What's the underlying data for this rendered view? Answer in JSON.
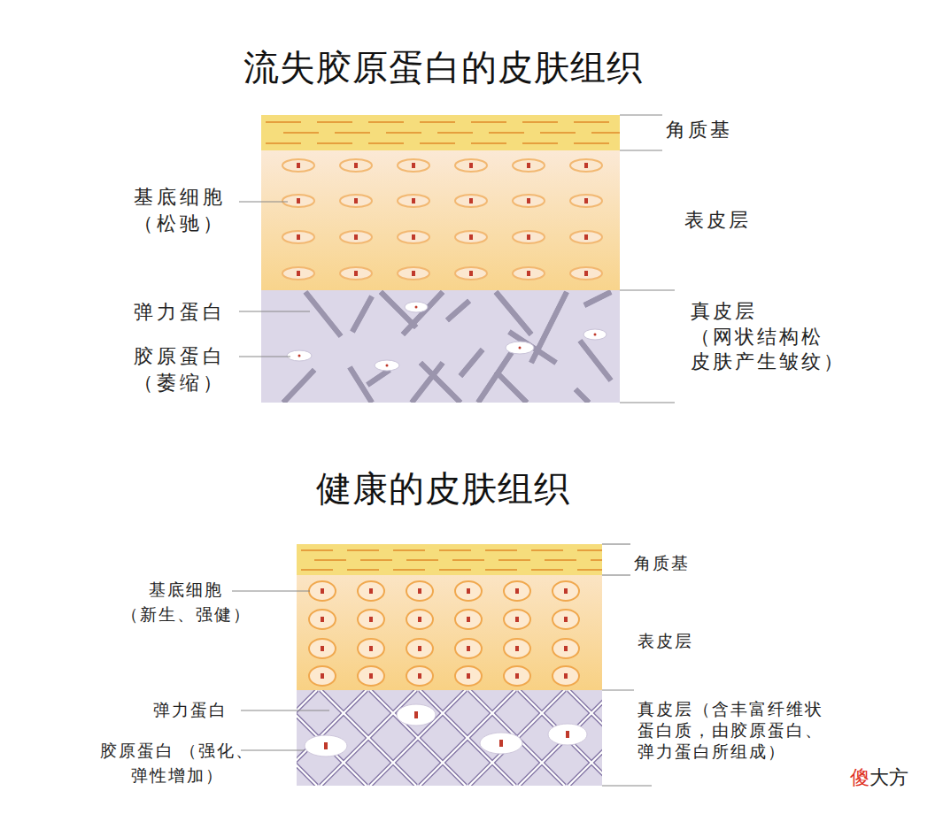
{
  "diagram": {
    "labels": [
      "流失胶原蛋白的皮肤组织",
      "角质基",
      "基底细胞 （松驰）",
      "表皮层",
      "弹力蛋白",
      "真皮层 （网状结构松 皮肤产生皱纹）",
      "胶原蛋白 （萎缩）",
      "健康的皮肤组织",
      "角质基",
      "基底细胞 （新生、强健）",
      "表皮层",
      "弹力蛋白",
      "真皮层（含丰富纤维状 蛋白质，由胶原蛋白、 弹力蛋白所组成）",
      "胶原蛋白 （强化、弹性增加）",
      "傻大方"
    ]
  }
}
